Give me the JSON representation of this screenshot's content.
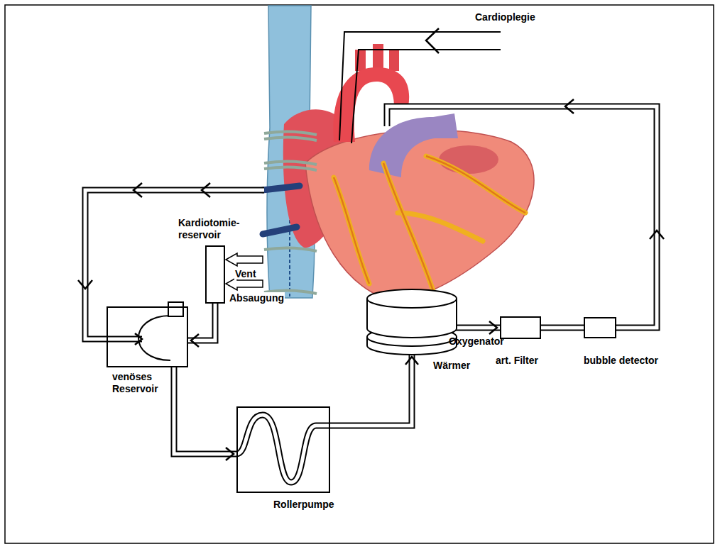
{
  "diagram": {
    "nodes": [
      {
        "text": [
          "Kardiotomie- reservoir"
        ]
      },
      {
        "text": [
          "venöses Reservoir"
        ]
      },
      {
        "text": [
          "Rollerpumpe"
        ]
      },
      {
        "text": [
          "Oxygenator",
          "Wärmer"
        ]
      },
      {
        "text": [
          "art. Filter"
        ]
      },
      {
        "text": [
          "bubble detector"
        ]
      }
    ],
    "edges": [
      {
        "from": 0,
        "to": 1,
        "arrow": "to"
      },
      {
        "from": 1,
        "to": 2,
        "arrow": "to"
      },
      {
        "from": 2,
        "to": 3,
        "arrow": "to"
      },
      {
        "from": 3,
        "to": 4,
        "arrow": "to"
      },
      {
        "from": 4,
        "to": 5,
        "arrow": "none"
      }
    ],
    "labels": [
      "Cardioplegie",
      "Vent",
      "Absaugung"
    ]
  }
}
